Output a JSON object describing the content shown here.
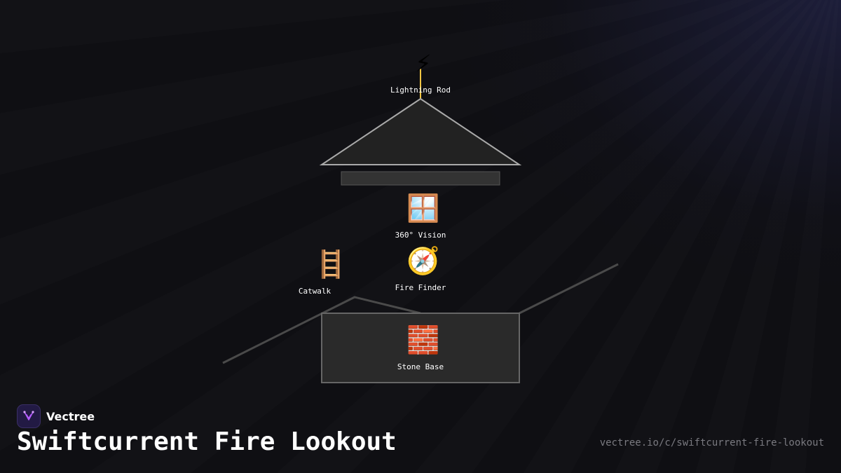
{
  "diagram": {
    "title": "Swiftcurrent Fire Lookout",
    "components": [
      {
        "label": "Lightning Rod",
        "icon": "lightning-bolt-icon",
        "glyph": "⚡"
      },
      {
        "label": "360° Vision",
        "icon": "window-icon",
        "glyph": "🪟"
      },
      {
        "label": "Fire Finder",
        "icon": "compass-icon",
        "glyph": "🧭"
      },
      {
        "label": "Catwalk",
        "icon": "ladder-icon",
        "glyph": "🪜"
      },
      {
        "label": "Stone Base",
        "icon": "brick-icon",
        "glyph": "🧱"
      }
    ]
  },
  "brand": {
    "name": "Vectree",
    "url": "vectree.io/c/swiftcurrent-fire-lookout"
  },
  "colors": {
    "background": "#0f0f13",
    "rod": "#f5c542",
    "outline": "#aaaaaa",
    "roof_fill": "#222222",
    "base_fill": "#2a2a2a",
    "ridge_line": "#4a4a4a",
    "logo_accent": "#b45cff"
  }
}
